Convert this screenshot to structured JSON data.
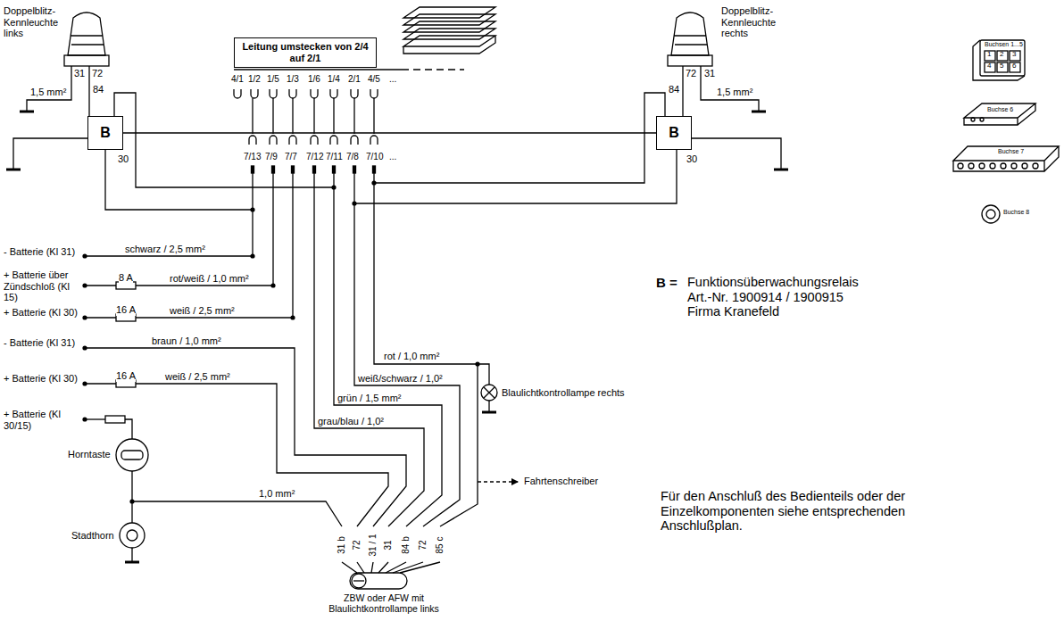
{
  "diagram": {
    "nodes": [
      {
        "text": [
          "Leitung umstecken von 2/4 auf 2/1"
        ]
      },
      {
        "text": [
          "B"
        ]
      },
      {
        "text": [
          "B"
        ]
      }
    ],
    "edges": [
      {
        "from": 1,
        "to": 2,
        "arrow": "none"
      }
    ],
    "labels": [
      "Doppelblitz-Kennleuchte links",
      "31",
      "72",
      "84",
      "1,5 mm²",
      "30",
      "Doppelblitz-Kennleuchte rechts",
      "84",
      "72",
      "31",
      "1,5 mm²",
      "30",
      "4/1",
      "1/2",
      "1/5",
      "1/3",
      "1/6",
      "1/4",
      "2/1",
      "4/5",
      "...",
      "7/13",
      "7/9",
      "7/7",
      "7/12",
      "7/11",
      "7/8",
      "7/10",
      "...",
      "- Batterie (Kl 31)",
      "schwarz / 2,5 mm²",
      "+ Batterie über Zündschloß (Kl 15)",
      "8 A",
      "rot/weiß / 1,0 mm²",
      "+ Batterie (Kl 30)",
      "16 A",
      "weiß / 2,5 mm²",
      "- Batterie (Kl 31)",
      "braun / 1,0 mm²",
      "+ Batterie (Kl 30)",
      "16 A",
      "weiß / 2,5 mm²",
      "+ Batterie (Kl 30/15)",
      "Horntaste",
      "Stadthorn",
      "1,0 mm²",
      "rot / 1,0 mm²",
      "weiß/schwarz / 1,0²",
      "grün / 1,5 mm²",
      "grau/blau / 1,0²",
      "Blaulichtkontrollampe rechts",
      "Fahrtenschreiber",
      "31 b",
      "72",
      "31 / 1",
      "31",
      "84 b",
      "72",
      "85 c",
      "ZBW oder AFW mit Blaulichtkontrollampe links",
      "B =",
      "Funktionsüberwachungsrelais Art.-Nr. 1900914 / 1900915 Firma Kranefeld",
      "Für den Anschluß des Bedienteils oder der Einzelkomponenten siehe entsprechenden Anschlußplan.",
      "Buchsen 1...5",
      "1",
      "2",
      "3",
      "4",
      "5",
      "6",
      "Buchse 6",
      "Buchse 7",
      "Buchse 8"
    ]
  }
}
